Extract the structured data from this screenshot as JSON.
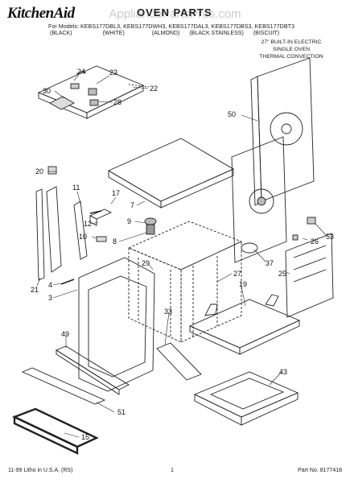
{
  "header": {
    "logo": "KitchenAid",
    "title": "OVEN PARTS",
    "watermark": "AppliancePartsPros.com",
    "models_line": "For Models: KEBS177DBL3, KEBS177DWH3, KEBS177DAL3, KEBS177DBS3, KEBS177DBT3",
    "colors": [
      "(BLACK)",
      "(WHITE)",
      "(ALMOND)",
      "(BLACK STAINLESS)",
      "(BISCUIT)"
    ],
    "oven_description": [
      "27\" BUILT-IN ELECTRIC",
      "SINGLE OVEN",
      "THERMAL CONVECTION"
    ]
  },
  "callouts": {
    "c24": "24",
    "c23": "23",
    "c30": "30",
    "c28": "28",
    "c22": "22",
    "c50": "50",
    "c20": "20",
    "c11": "11",
    "c17": "17",
    "c7": "7",
    "c9": "9",
    "c12": "12",
    "c10": "10",
    "c8": "8",
    "c29": "29",
    "c26": "26",
    "c53": "53",
    "c25": "25",
    "c37": "37",
    "c4": "4",
    "c21": "21",
    "c27": "27",
    "c19": "19",
    "c3": "3",
    "c49": "49",
    "c33": "33",
    "c51": "51",
    "c43": "43",
    "c15": "15"
  },
  "footer": {
    "left": "11-99 Litho in U.S.A. (RS)",
    "center": "1",
    "right": "Part No. 8177418"
  }
}
